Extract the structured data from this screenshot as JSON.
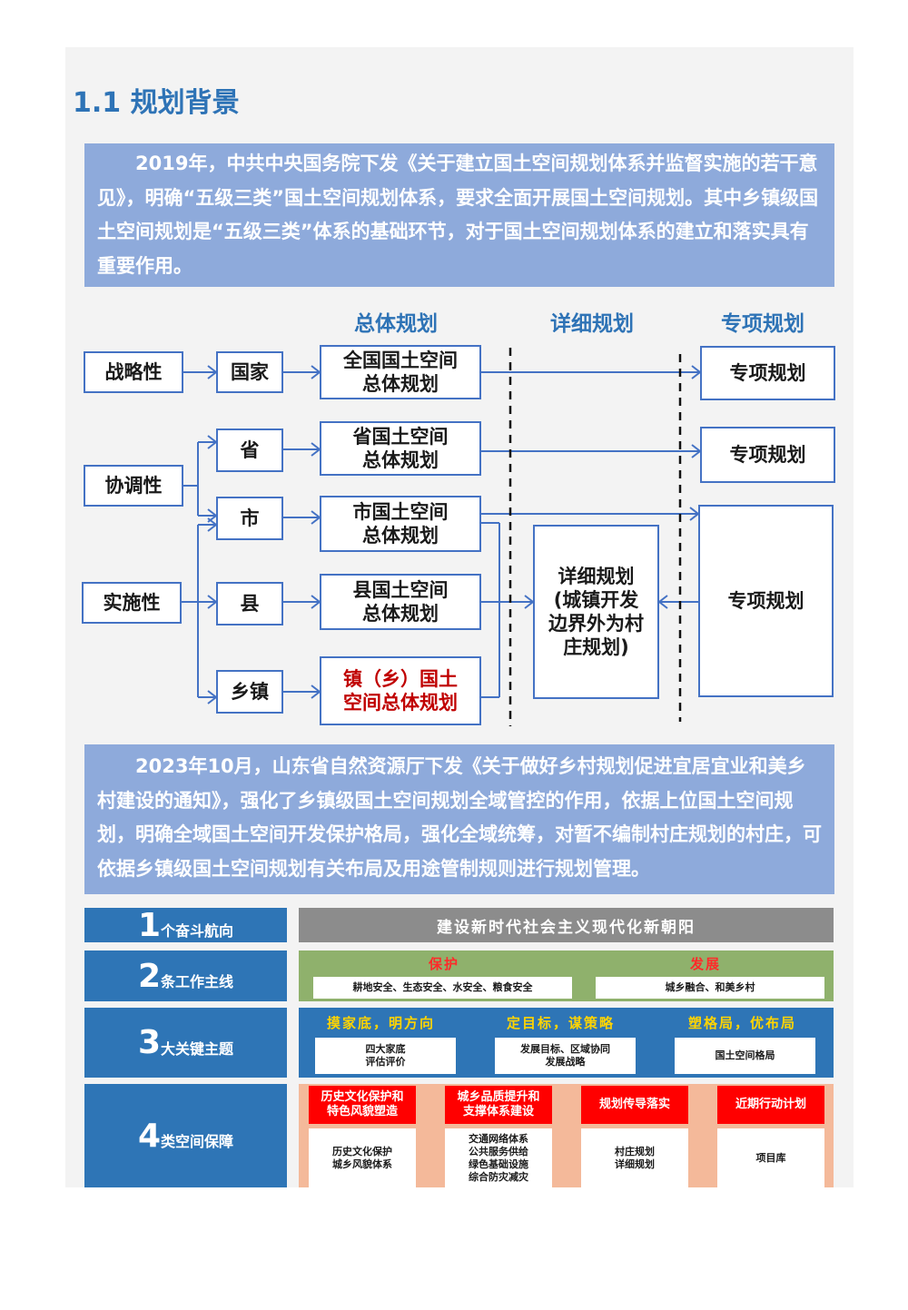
{
  "title": "1.1 规划背景",
  "para1": "2019年，中共中央国务院下发《关于建立国土空间规划体系并监督实施的若干意见》，明确“五级三类”国土空间规划体系，要求全面开展国土空间规划。其中乡镇级国土空间规划是“五级三类”体系的基础环节，对于国土空间规划体系的建立和落实具有重要作用。",
  "diagram": {
    "headers": {
      "overall": "总体规划",
      "detail": "详细规划",
      "special": "专项规划"
    },
    "categories": {
      "strategic": "战略性",
      "coordinate": "协调性",
      "implement": "实施性"
    },
    "levels": {
      "nation": "国家",
      "province": "省",
      "city": "市",
      "county": "县",
      "town": "乡镇"
    },
    "plans": {
      "nation": [
        "全国国土空间",
        "总体规划"
      ],
      "province": [
        "省国土空间",
        "总体规划"
      ],
      "city": [
        "市国土空间",
        "总体规划"
      ],
      "county": [
        "县国土空间",
        "总体规划"
      ],
      "town": [
        "镇（乡）国土",
        "空间总体规划"
      ]
    },
    "detail_box": [
      "详细规划",
      "(城镇开发",
      "边界外为村",
      "庄规划)"
    ],
    "special_box": "专项规划"
  },
  "para2": "2023年10月，山东省自然资源厅下发《关于做好乡村规划促进宜居宜业和美乡村建设的通知》，强化了乡镇级国土空间规划全域管控的作用，依据上位国土空间规划，明确全域国土空间开发保护格局，强化全域统筹，对暂不编制村庄规划的村庄，可依据乡镇级国土空间规划有关布局及用途管制规则进行规划管理。",
  "table": {
    "rows": [
      {
        "num": "1",
        "label": "个奋斗航向"
      },
      {
        "num": "2",
        "label": "条工作主线"
      },
      {
        "num": "3",
        "label": "大关键主题"
      },
      {
        "num": "4",
        "label": "类空间保障"
      }
    ],
    "goal": "建设新时代社会主义现代化新朝阳",
    "lines": [
      {
        "head": "保护",
        "item": "耕地安全、生态安全、水安全、粮食安全"
      },
      {
        "head": "发展",
        "item": "城乡融合、和美乡村"
      }
    ],
    "themes": [
      {
        "head": "摸家底，明方向",
        "item": [
          "四大家底",
          "评估评价"
        ]
      },
      {
        "head": "定目标，谋策略",
        "item": [
          "发展目标、区域协同",
          "发展战略"
        ]
      },
      {
        "head": "塑格局，优布局",
        "item": [
          "国土空间格局"
        ]
      }
    ],
    "guarantees": [
      {
        "head": [
          "历史文化保护和",
          "特色风貌塑造"
        ],
        "items": [
          "历史文化保护",
          "城乡风貌体系"
        ]
      },
      {
        "head": [
          "城乡品质提升和",
          "支撑体系建设"
        ],
        "items": [
          "交通网络体系",
          "公共服务供给",
          "绿色基础设施",
          "综合防灾减灾"
        ]
      },
      {
        "head": [
          "规划传导落实"
        ],
        "items": [
          "村庄规划",
          "详细规划"
        ]
      },
      {
        "head": [
          "近期行动计划"
        ],
        "items": [
          "项目库"
        ]
      }
    ]
  },
  "colors": {
    "title": "#2e73b6",
    "para_bg": "#8eaadb",
    "box_border": "#4472c4",
    "label_bg": "#2e75b6",
    "red": "#ff0000"
  }
}
